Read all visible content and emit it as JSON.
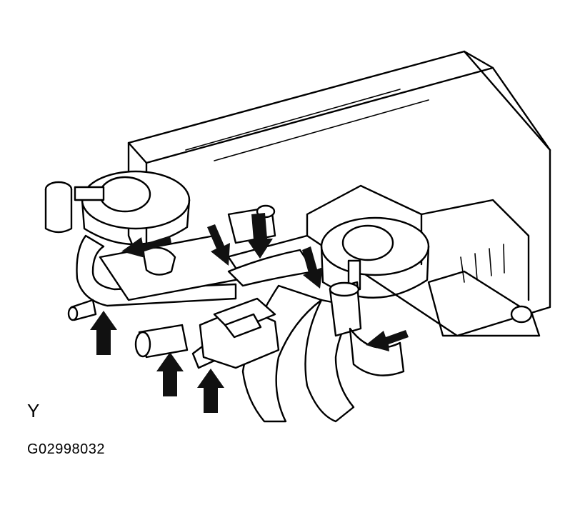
{
  "figure": {
    "view_label": "Y",
    "figure_code": "G02998032"
  },
  "icons": [
    "component-housing",
    "vacuum-valve-left",
    "vacuum-valve-right",
    "electrical-connector",
    "hose",
    "pointer-arrow"
  ]
}
